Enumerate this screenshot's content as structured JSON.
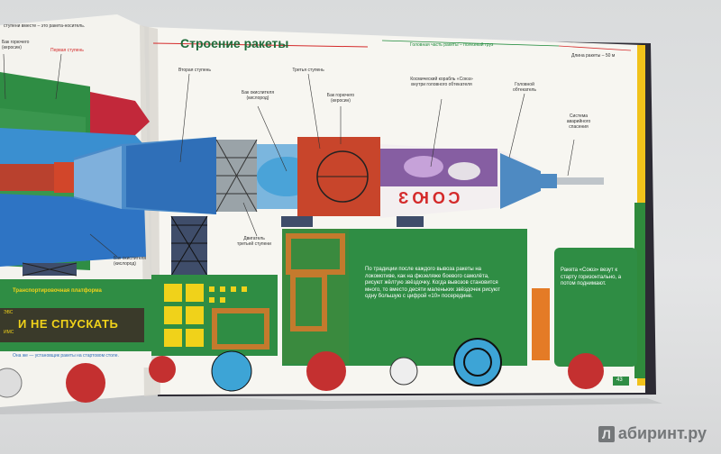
{
  "left_page": {
    "top_caption": "ступени вместе – это ракета-носитель.",
    "fuel_tank": "Бак горючего (керосин)",
    "first_stage": "Первая ступень",
    "oxidizer_tank": "Бак окислителя (кислород)",
    "platform_label": "Транспортировочная платформа",
    "banner_text": "И НЕ СПУСКАТЬ",
    "banner_small_top": "ЭВС",
    "banner_small_bottom": "ИМС",
    "bottom_caption": "Она же — установщик ракеты на стартовом столе."
  },
  "right_page": {
    "title": "Строение ракеты",
    "head_part": "Головная часть ракеты – полезный груз",
    "rocket_length": "Длина ракеты – 50 м",
    "second_stage": "Вторая ступень",
    "third_stage": "Третья ступень",
    "oxidizer_tank": "Бак окислителя (кислород)",
    "fuel_tank": "Бак горючего (керосин)",
    "spacecraft": "Космический корабль «Союз» внутри головного обтекателя",
    "fairing": "Головной обтекатель",
    "escape_system": "Система аварийного спасения",
    "third_stage_engine": "Двигатель третьей ступени",
    "soyuz_text": "СОЮЗ",
    "tradition_text": "По традиции после каждого вывоза ракеты на локомотиве, как на фюзеляже боевого самолёта, рисуют жёлтую звёздочку. Когда вывозов становится много, то вместо десяти маленьких звёздочек рисуют одну большую с цифрой «10» посередине.",
    "transport_text": "Ракета «Союз» везут к старту горизонтально, а потом поднимают.",
    "page_number": "43"
  },
  "watermark": {
    "logo_letter": "Л",
    "text": "абиринт.ру"
  }
}
